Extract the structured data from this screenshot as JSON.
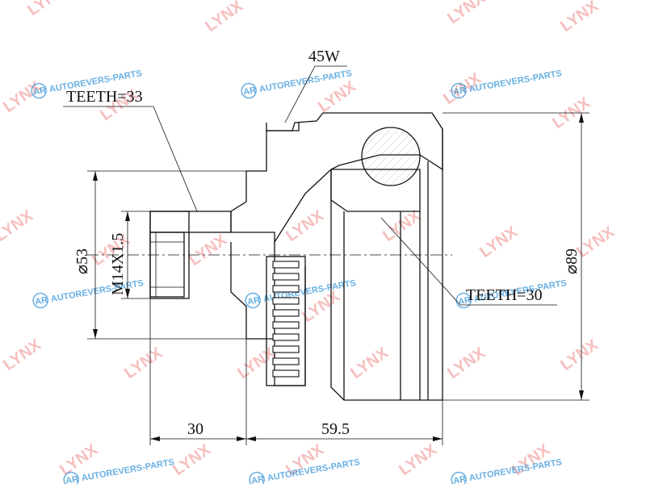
{
  "labels": {
    "weld": "45W",
    "outer_teeth": "TEETH=33",
    "inner_teeth": "TEETH=30",
    "thread": "M14X1.5",
    "stub_diameter": "⌀53",
    "body_diameter": "⌀89",
    "stub_length": "30",
    "body_length": "59.5"
  },
  "watermarks": {
    "lynx": "LYNX",
    "autorevers": "AUTOREVERS-PARTS",
    "ar_logo": "AR"
  },
  "colors": {
    "line": "#111111",
    "lynx_watermark": "#f08c8c",
    "autorevers_watermark": "#2a8fd6"
  }
}
